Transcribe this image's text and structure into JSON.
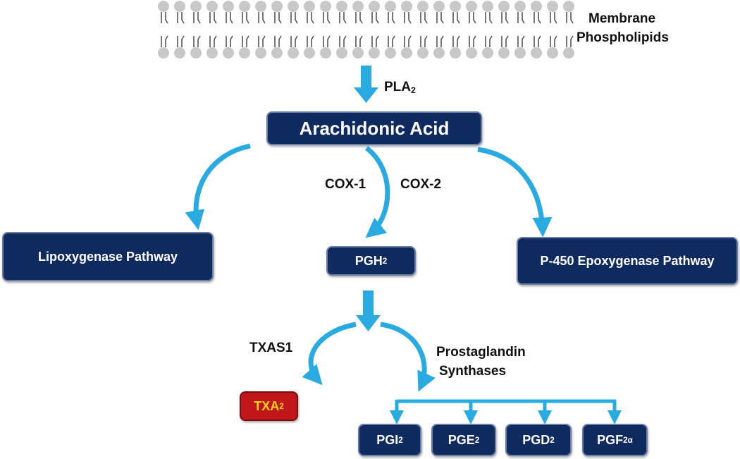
{
  "membrane": {
    "label_line1": "Membrane",
    "label_line2": "Phospholipids"
  },
  "enzymes": {
    "pla_main": "PLA",
    "pla_sub": "2",
    "cox1": "COX-1",
    "cox2": "COX-2",
    "txas": "TXAS1",
    "ps_line1": "Prostaglandin",
    "ps_line2": "Synthases"
  },
  "nodes": {
    "arachidonic_acid": "Arachidonic Acid",
    "lipoxygenase": "Lipoxygenase Pathway",
    "p450": "P-450 Epoxygenase Pathway",
    "pgh_main": "PGH",
    "pgh_sub": "2",
    "txa_main": "TXA",
    "txa_sub": "2",
    "pgi_main": "PGI",
    "pgi_sub": "2",
    "pge_main": "PGE",
    "pge_sub": "2",
    "pgd_main": "PGD",
    "pgd_sub": "2",
    "pgf_main": "PGF",
    "pgf_sub": "2α"
  },
  "colors": {
    "box_navy": "#0f2a5e",
    "arrow_blue": "#29abe2",
    "txa_red": "#c0181a",
    "txa_text": "#ffd21a",
    "membrane_gray": "#c8c8c8"
  }
}
